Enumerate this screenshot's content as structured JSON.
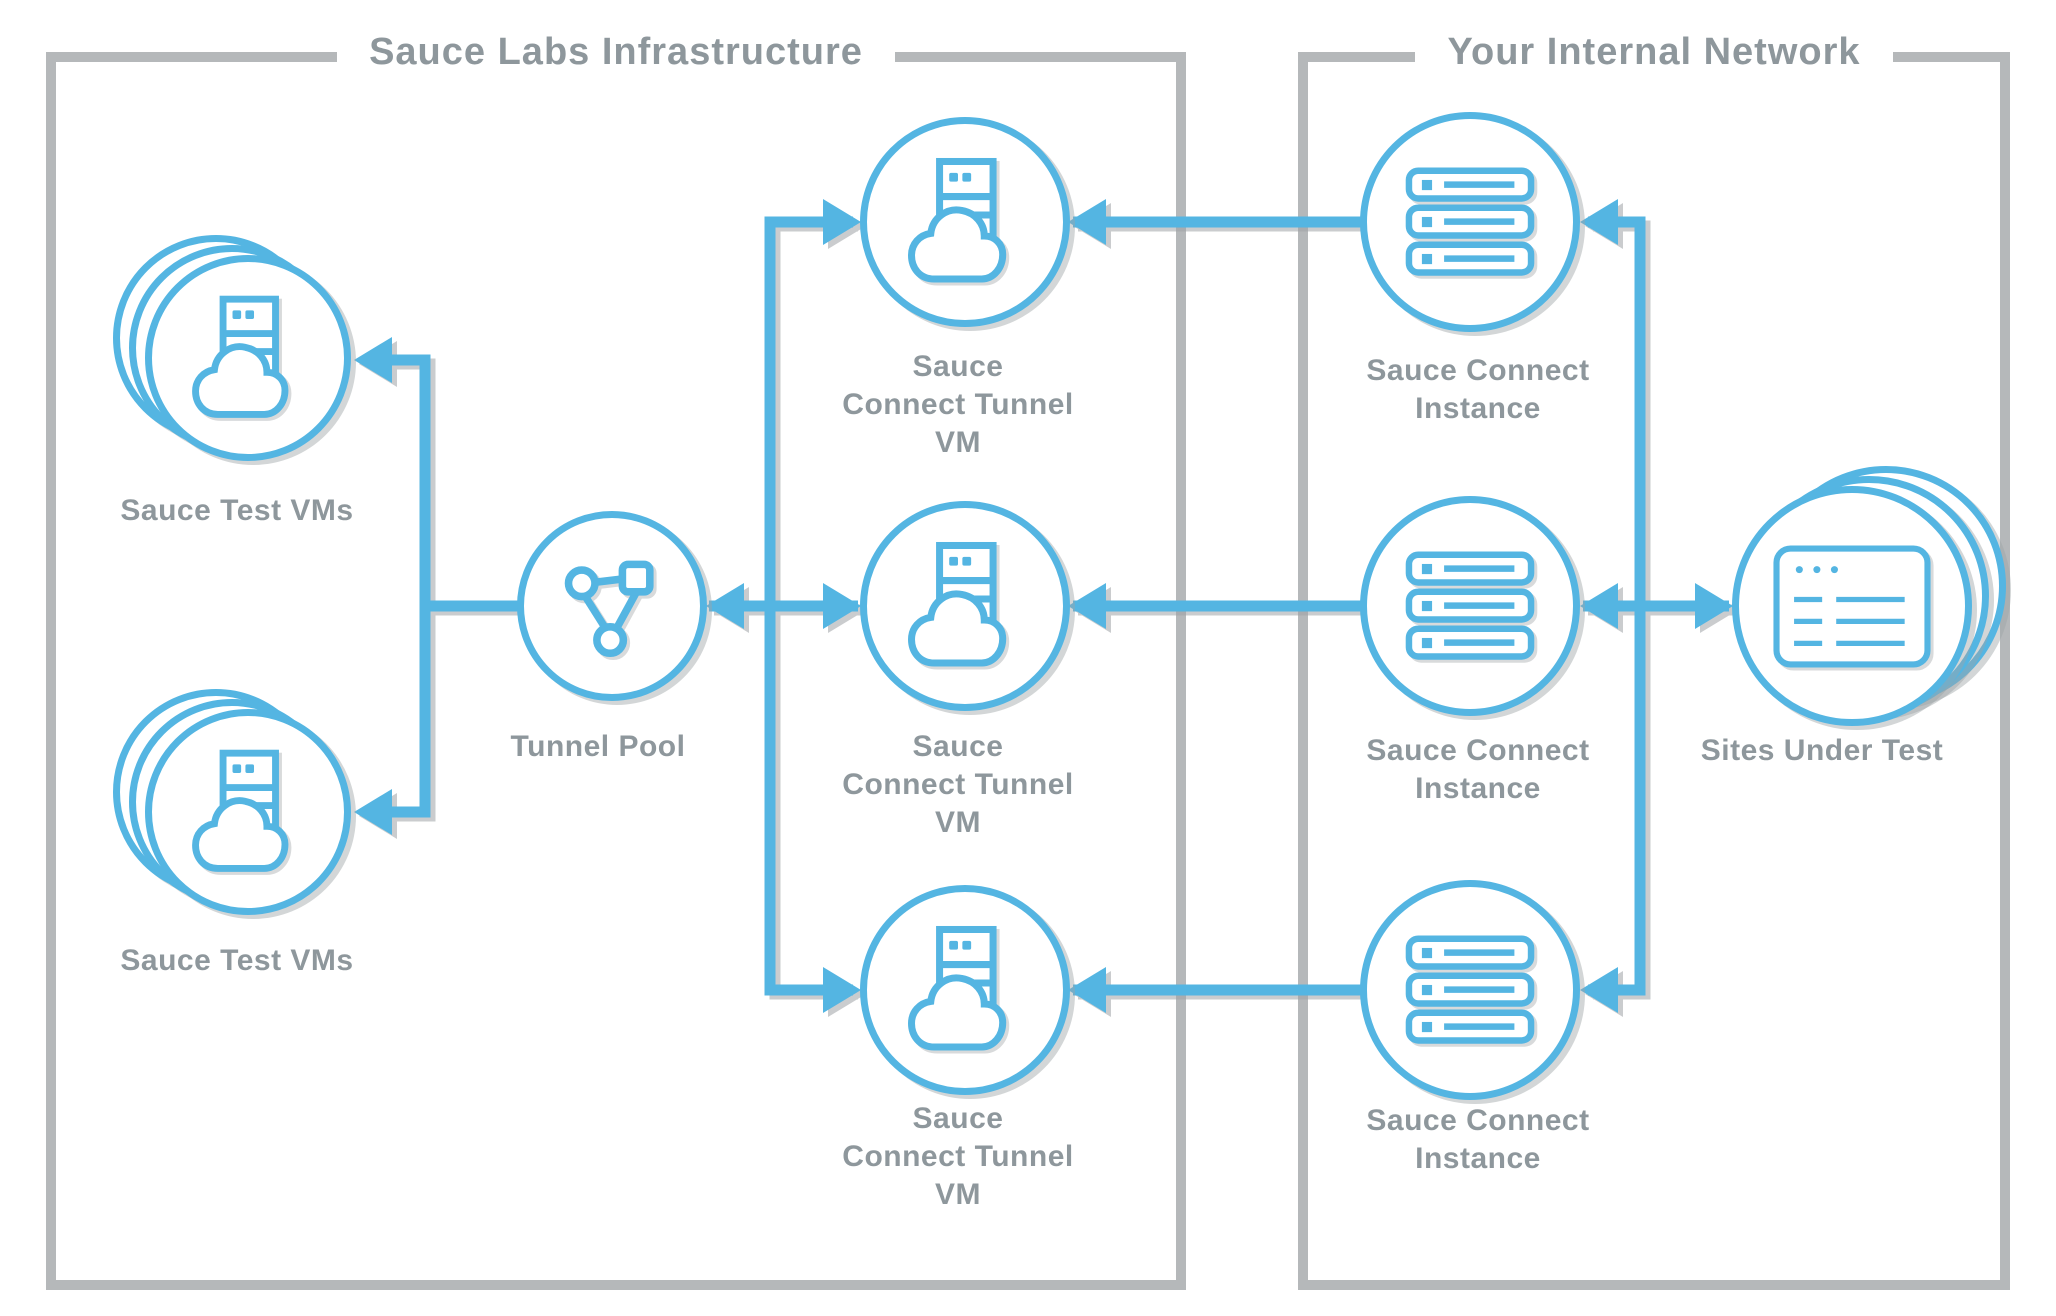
{
  "colors": {
    "accent_blue": "#54b5e2",
    "box_border_gray": "#b5b8ba",
    "label_gray": "#8e979c",
    "shadow_gray": "#9ea3a6",
    "background": "#ffffff"
  },
  "boxes": {
    "sauce_labs": {
      "title": "Sauce Labs Infrastructure"
    },
    "internal_network": {
      "title": "Your Internal Network"
    }
  },
  "nodes": {
    "test_vms_top": {
      "label": "Sauce Test VMs",
      "icon": "cloud-server-icon",
      "shape": "stacked-circles"
    },
    "test_vms_bottom": {
      "label": "Sauce Test VMs",
      "icon": "cloud-server-icon",
      "shape": "stacked-circles"
    },
    "tunnel_pool": {
      "label": "Tunnel Pool",
      "icon": "network-nodes-icon",
      "shape": "circle"
    },
    "tunnel_vm_top": {
      "label": "Sauce\nConnect Tunnel\nVM",
      "icon": "cloud-server-icon",
      "shape": "circle"
    },
    "tunnel_vm_mid": {
      "label": "Sauce\nConnect Tunnel\nVM",
      "icon": "cloud-server-icon",
      "shape": "circle"
    },
    "tunnel_vm_bottom": {
      "label": "Sauce\nConnect Tunnel\nVM",
      "icon": "cloud-server-icon",
      "shape": "circle"
    },
    "instance_top": {
      "label": "Sauce Connect\nInstance",
      "icon": "server-rack-icon",
      "shape": "circle"
    },
    "instance_mid": {
      "label": "Sauce Connect\nInstance",
      "icon": "server-rack-icon",
      "shape": "circle"
    },
    "instance_bottom": {
      "label": "Sauce Connect\nInstance",
      "icon": "server-rack-icon",
      "shape": "circle"
    },
    "sites_under_test": {
      "label": "Sites Under Test",
      "icon": "browser-window-icon",
      "shape": "stacked-circles"
    }
  }
}
